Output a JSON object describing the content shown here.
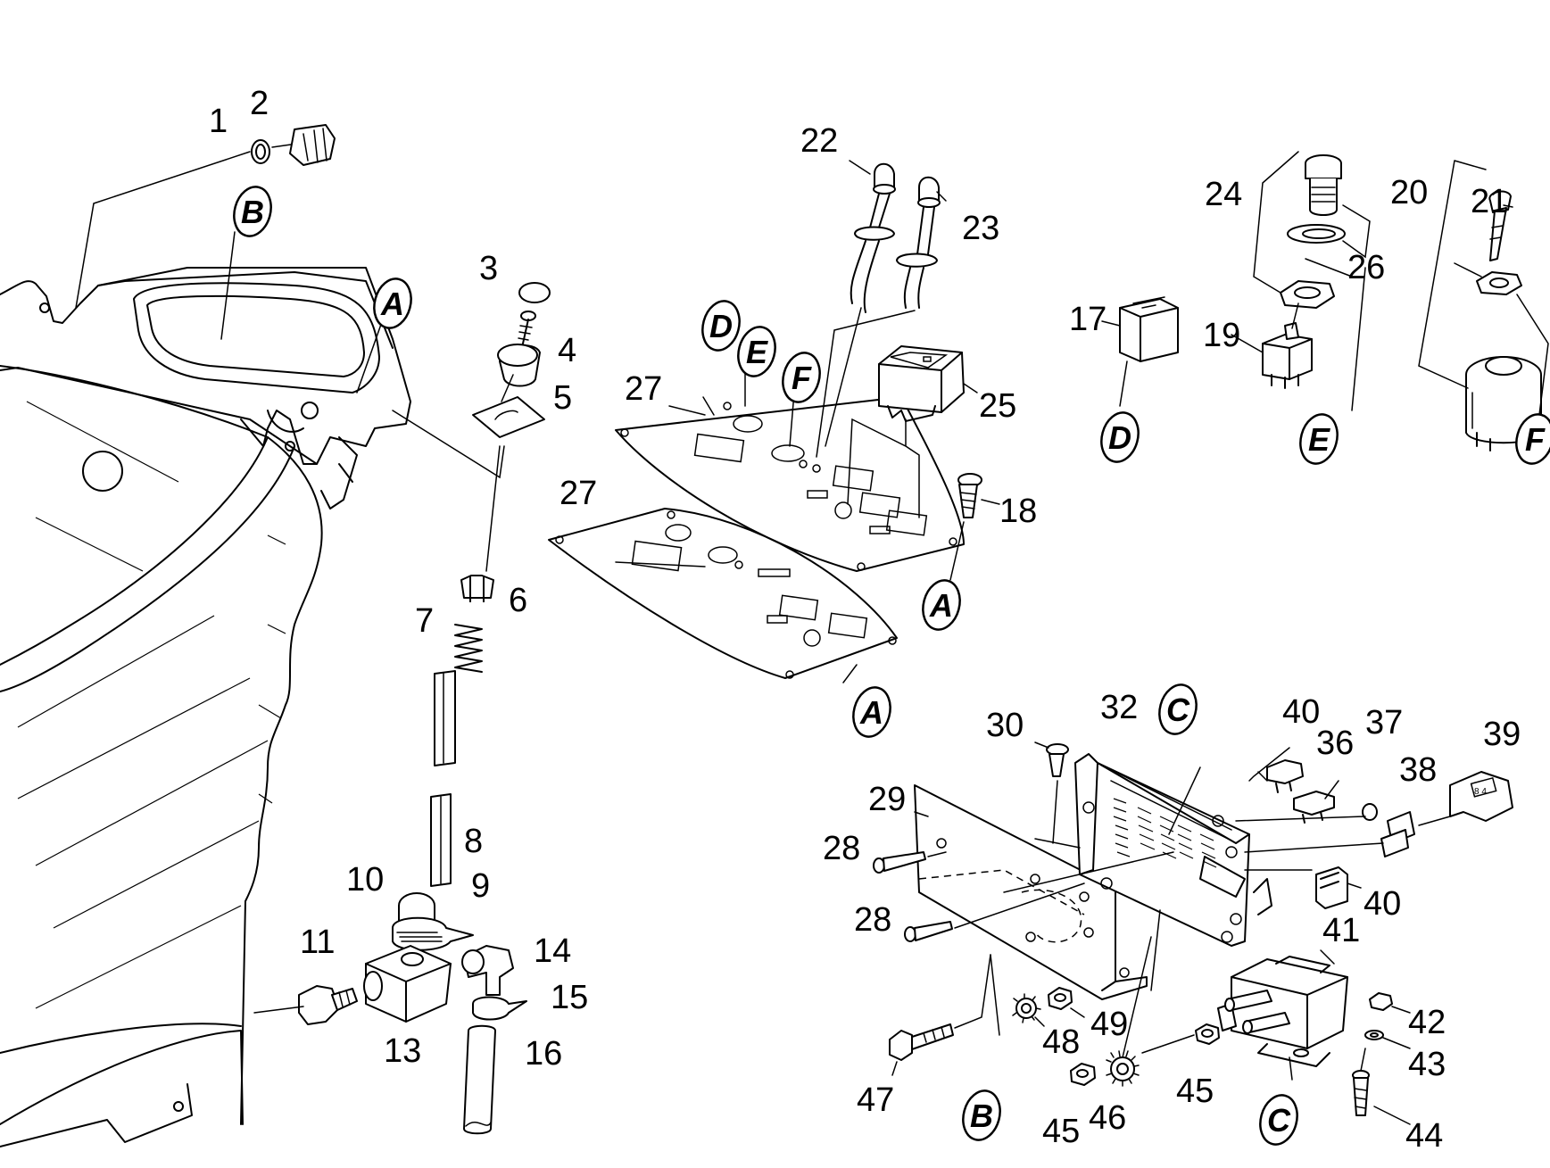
{
  "diagram": {
    "part_numbers": [
      "1",
      "2",
      "3",
      "4",
      "5",
      "6",
      "7",
      "8",
      "9",
      "10",
      "11",
      "13",
      "14",
      "15",
      "16",
      "17",
      "18",
      "19",
      "20",
      "21",
      "22",
      "23",
      "24",
      "25",
      "26",
      "27",
      "27",
      "28",
      "28",
      "29",
      "30",
      "32",
      "36",
      "37",
      "38",
      "39",
      "40",
      "40",
      "41",
      "42",
      "43",
      "44",
      "45",
      "45",
      "46",
      "47",
      "48",
      "49"
    ],
    "reference_letters": [
      "A",
      "A",
      "A",
      "B",
      "B",
      "C",
      "C",
      "D",
      "D",
      "E",
      "E",
      "F",
      "F"
    ],
    "colors": {
      "line": "#000000",
      "background": "#ffffff"
    }
  }
}
